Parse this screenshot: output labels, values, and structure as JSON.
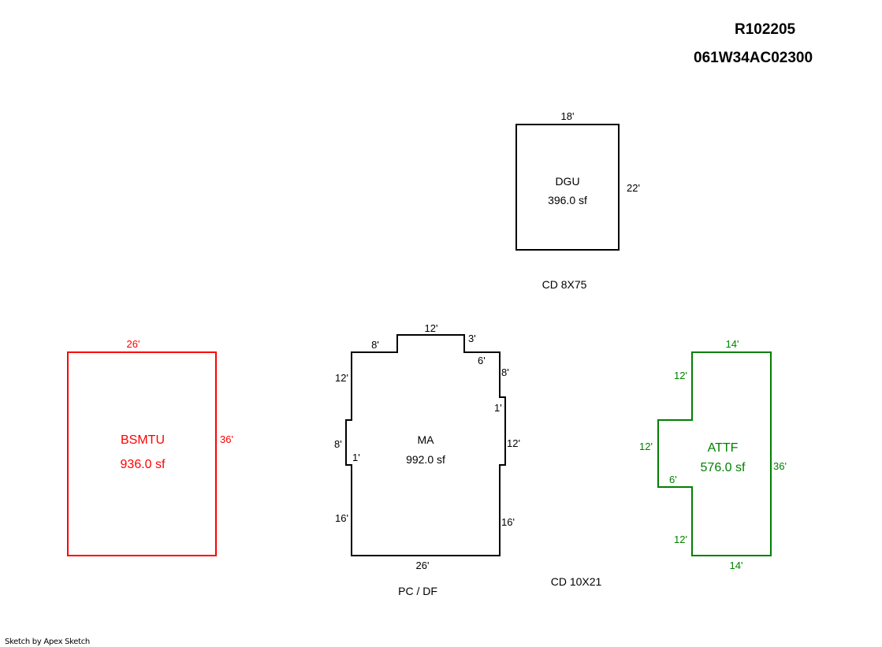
{
  "header": {
    "account_id": "R102205",
    "map_tax_lot": "061W34AC02300"
  },
  "footer": {
    "credit": "Sketch by Apex Sketch"
  },
  "colors": {
    "default": "#000000",
    "basement": "#ff0000",
    "attached_garage": "#008000"
  },
  "areas": {
    "dgu": {
      "code": "DGU",
      "area": "396.0 sf",
      "dims": {
        "top": "18'",
        "right": "22'"
      }
    },
    "ma": {
      "code": "MA",
      "area": "992.0 sf",
      "dims": {
        "top_left": "8'",
        "top_center": "12'",
        "step_right": "3'",
        "ledge_right": "6'",
        "right_upper": "8'",
        "right_jog": "1'",
        "right_mid": "12'",
        "right_lower": "16'",
        "bottom": "26'",
        "left_lower": "16'",
        "left_mid": "8'",
        "left_jog": "1'",
        "left_upper": "12'"
      }
    },
    "bsmtu": {
      "code": "BSMTU",
      "area": "936.0 sf",
      "dims": {
        "top": "26'",
        "right": "36'"
      }
    },
    "attf": {
      "code": "ATTF",
      "area": "576.0 sf",
      "dims": {
        "top": "14'",
        "left_upper": "12'",
        "left_mid": "12'",
        "jog": "6'",
        "left_lower": "12'",
        "bottom": "14'",
        "right": "36'"
      }
    }
  },
  "annotations": {
    "cd_1": "CD  8X75",
    "cd_2": "CD  10X21",
    "pc_df": "PC / DF"
  }
}
